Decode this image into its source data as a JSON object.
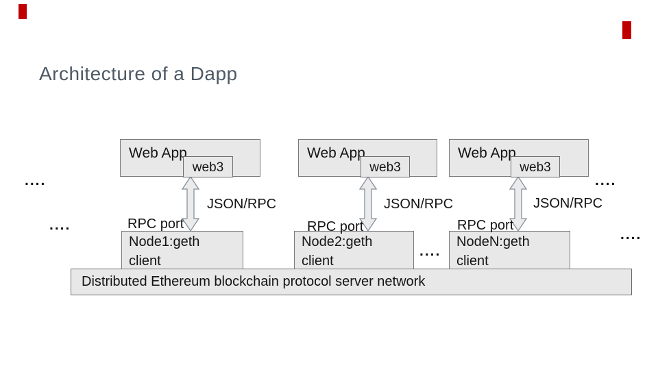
{
  "slide": {
    "title": "Architecture of a Dapp",
    "dots": "....",
    "colors": {
      "accent_red": "#c00000",
      "title_gray_blue": "#4d5965",
      "box_fill": "#e8e8e8",
      "box_border": "#7b7b7b"
    }
  },
  "diagram": {
    "columns": [
      {
        "app_label": "Web App",
        "web3_label": "web3",
        "json_rpc_label": "JSON/RPC",
        "rpc_port_label": "RPC port",
        "node_name": "Node1:geth",
        "node_line2": "client"
      },
      {
        "app_label": "Web App",
        "web3_label": "web3",
        "json_rpc_label": "JSON/RPC",
        "rpc_port_label": "RPC port",
        "node_name": "Node2:geth",
        "node_line2": "client"
      },
      {
        "app_label": "Web App",
        "web3_label": "web3",
        "json_rpc_label": "JSON/RPC",
        "rpc_port_label": "RPC port",
        "node_name": "NodeN:geth",
        "node_line2": "client"
      }
    ],
    "network_bar_label": "Distributed Ethereum blockchain protocol server network"
  }
}
